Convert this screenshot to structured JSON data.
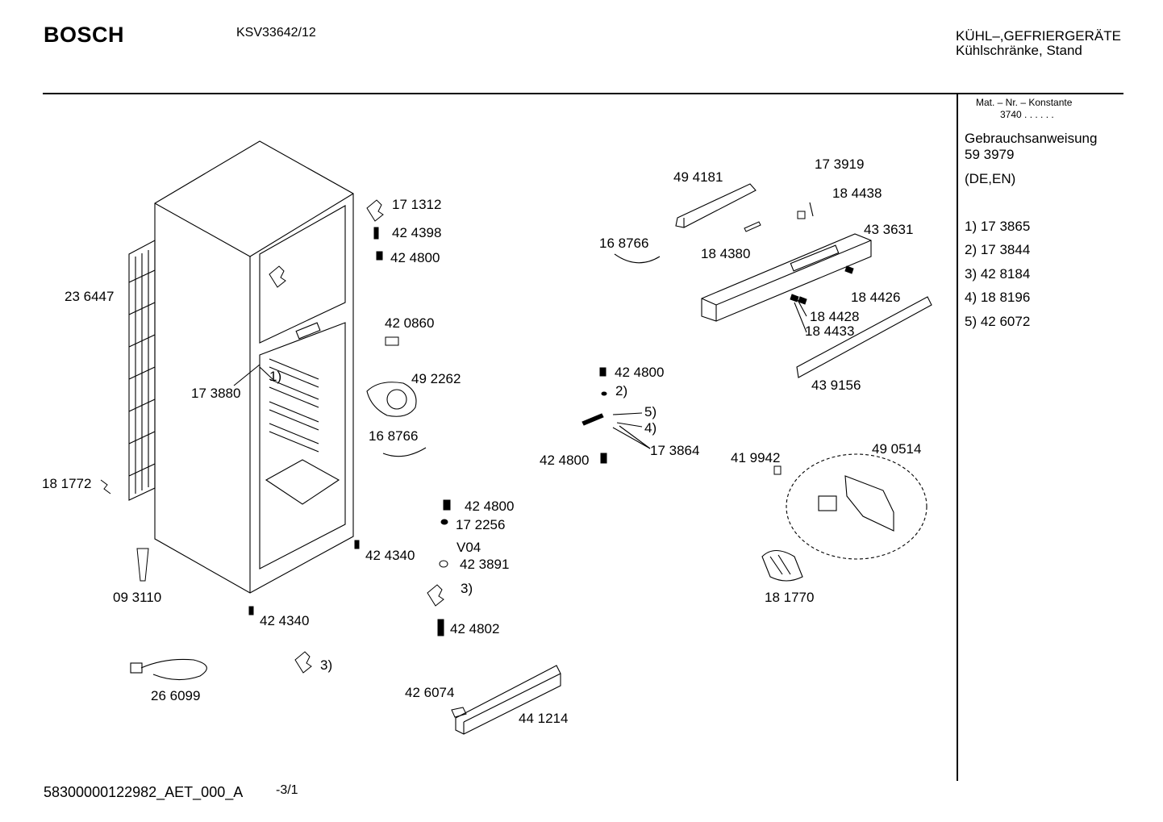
{
  "header": {
    "brand": "BOSCH",
    "model": "KSV33642/12",
    "category_line1": "KÜHL–,GEFRIERGERÄTE",
    "category_line2": "Kühlschränke, Stand"
  },
  "sidebar": {
    "mat_header": "Mat. – Nr. – Konstante",
    "mat_value": "3740  .  .  .  .  .  .",
    "manual_title": "Gebrauchsanweisung",
    "manual_number": "59 3979",
    "manual_languages": "(DE,EN)",
    "footnotes": [
      "1) 17 3865",
      "2) 17 3844",
      "3) 42 8184",
      "4) 18 8196",
      "5) 42 6072"
    ]
  },
  "footer": {
    "document_id": "58300000122982_AET_000_A",
    "page": "-3/1"
  },
  "parts": {
    "p171312": "17 1312",
    "p424398": "42 4398",
    "p424800a": "42 4800",
    "p236447": "23 6447",
    "p420860": "42 0860",
    "p492262": "49 2262",
    "p173880": "17 3880",
    "ref1": "1)",
    "p168766a": "16 8766",
    "p181772": "18 1772",
    "p424340a": "42 4340",
    "p093110": "09 3110",
    "p424340b": "42 4340",
    "ref3a": "3)",
    "p266099": "26 6099",
    "p424800b": "42 4800",
    "p172256": "17 2256",
    "v04": "V04",
    "p423891": "42 3891",
    "ref3b": "3)",
    "p424802": "42 4802",
    "p426074": "42 6074",
    "p441214": "44 1214",
    "p424800c": "42 4800",
    "ref2": "2)",
    "ref5": "5)",
    "ref4": "4)",
    "p424800d": "42 4800",
    "p173864": "17 3864",
    "p494181": "49 4181",
    "p173919": "17 3919",
    "p184438": "18 4438",
    "p168766b": "16 8766",
    "p184380": "18 4380",
    "p433631": "43 3631",
    "p184426": "18 4426",
    "p184428": "18 4428",
    "p184433": "18 4433",
    "p439156": "43 9156",
    "p419942": "41 9942",
    "p490514": "49 0514",
    "p181770": "18 1770"
  }
}
